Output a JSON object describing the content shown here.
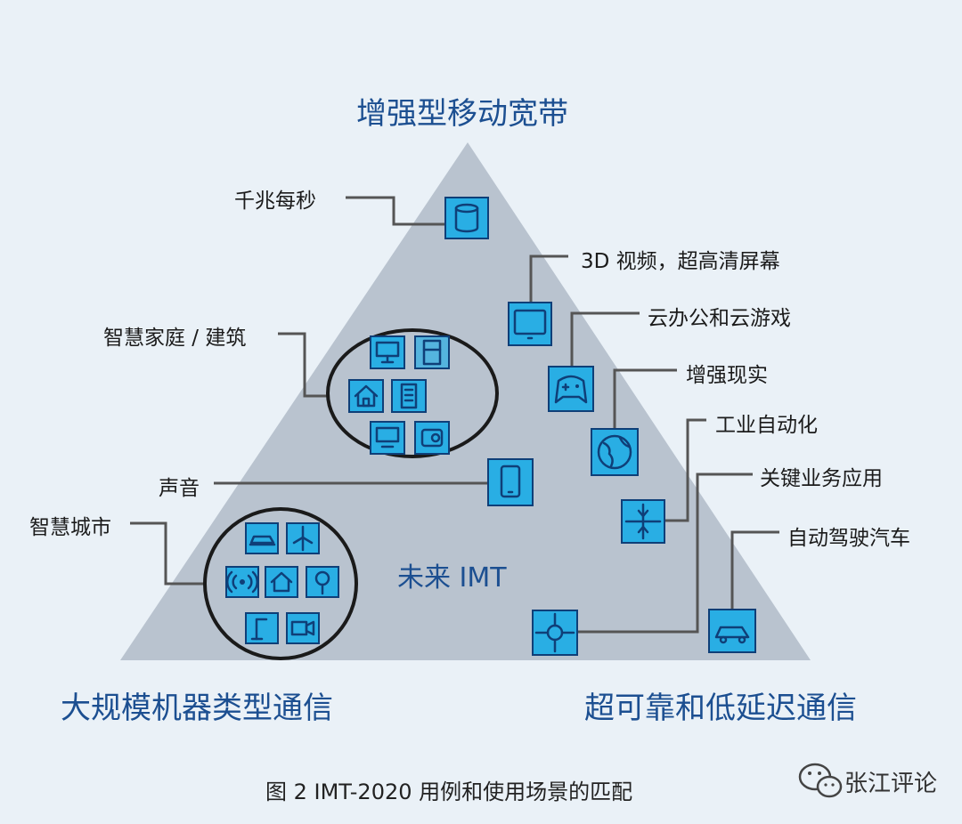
{
  "corners": {
    "top": "增强型移动宽带",
    "bottom_left": "大规模机器类型通信",
    "bottom_right": "超可靠和低延迟通信"
  },
  "center_label": "未来 IMT",
  "use_cases": {
    "gigabit": "千兆每秒",
    "video_3d": "3D 视频，超高清屏幕",
    "cloud": "云办公和云游戏",
    "ar": "增强现实",
    "industrial": "工业自动化",
    "mission_critical": "关键业务应用",
    "autonomous": "自动驾驶汽车",
    "smart_home": "智慧家庭 / 建筑",
    "voice": "声音",
    "smart_city": "智慧城市"
  },
  "caption": "图 2  IMT-2020 用例和使用场景的匹配",
  "watermark": "张江评论",
  "colors": {
    "background": "#eaf1f7",
    "triangle": "#b9c3cf",
    "icon_fill": "#29aee4",
    "icon_stroke": "#0f3f78",
    "heading": "#1c4f91",
    "connector": "#555555",
    "circle": "#1a1a1a"
  },
  "icons": {
    "gigabit": "database-icon",
    "video_3d": "monitor-icon",
    "cloud": "gamepad-icon",
    "ar": "globe-icon",
    "industrial": "arrows-in-icon",
    "mission_critical": "target-arrows-icon",
    "autonomous": "car-icon",
    "voice": "phone-icon"
  }
}
